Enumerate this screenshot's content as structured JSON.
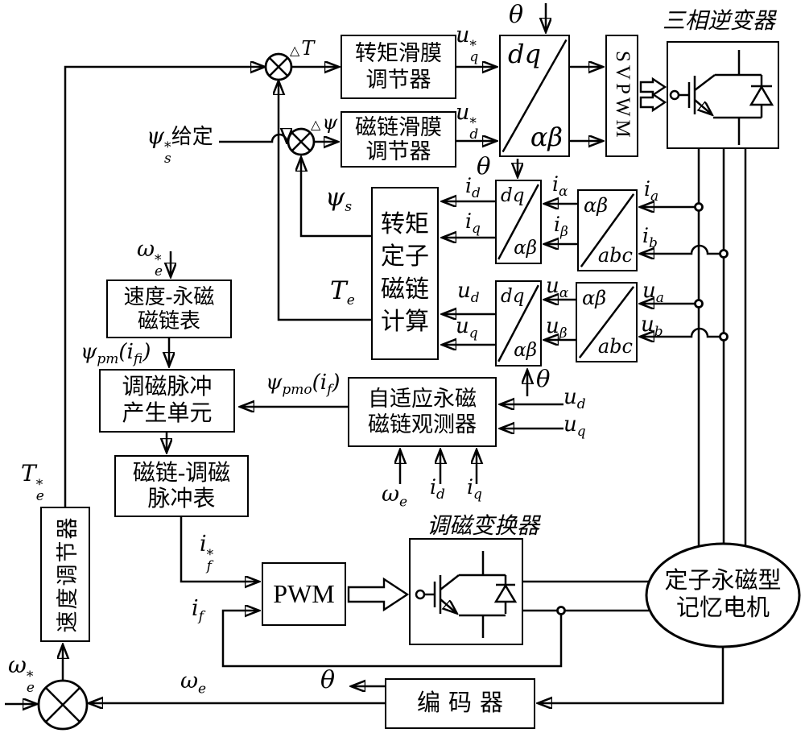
{
  "blocks": {
    "torque_regulator": {
      "line1": "转矩滑膜",
      "line2": "调节器"
    },
    "flux_regulator": {
      "line1": "磁链滑膜",
      "line2": "调节器"
    },
    "dq": "dq",
    "alphabeta": "αβ",
    "abc": "abc",
    "svpwm": "SVPWM",
    "inverter_title": "三相逆变器",
    "calc": {
      "r1": "转矩",
      "r2": "定子",
      "r3": "磁链",
      "r4": "计算"
    },
    "speed_flux_table": {
      "line1": "速度-永磁",
      "line2": "磁链表"
    },
    "pulse_gen": {
      "line1": "调磁脉冲",
      "line2": "产生单元"
    },
    "flux_pulse_table": {
      "line1": "磁链-调磁",
      "line2": "脉冲表"
    },
    "observer": {
      "line1": "自适应永磁",
      "line2": "磁链观测器"
    },
    "pwm": "PWM",
    "converter_title": "调磁变换器",
    "encoder": "编码器",
    "speed_regulator": "速度调节器",
    "motor": {
      "line1": "定子永磁型",
      "line2": "记忆电机"
    }
  },
  "labels": {
    "dT": {
      "d": "△",
      "v": "T"
    },
    "dpsi": {
      "d": "△",
      "v": "ψ"
    },
    "psi_s_star": {
      "b": "ψ",
      "sup": "*",
      "sub": "s",
      "txt": "给定"
    },
    "psi_s": {
      "b": "ψ",
      "sub": "s"
    },
    "T_e": {
      "b": "T",
      "sub": "e"
    },
    "T_e_star": {
      "b": "T",
      "sup": "*",
      "sub": "e"
    },
    "u_q_star": {
      "b": "u",
      "sup": "*",
      "sub": "q"
    },
    "u_d_star": {
      "b": "u",
      "sup": "*",
      "sub": "d"
    },
    "theta": "θ",
    "i_d": {
      "b": "i",
      "sub": "d"
    },
    "i_q": {
      "b": "i",
      "sub": "q"
    },
    "i_alpha": {
      "b": "i",
      "sub": "α"
    },
    "i_beta": {
      "b": "i",
      "sub": "β"
    },
    "i_a": {
      "b": "i",
      "sub": "a"
    },
    "i_b": {
      "b": "i",
      "sub": "b"
    },
    "u_d": {
      "b": "u",
      "sub": "d"
    },
    "u_q": {
      "b": "u",
      "sub": "q"
    },
    "u_alpha": {
      "b": "u",
      "sub": "α"
    },
    "u_beta": {
      "b": "u",
      "sub": "β"
    },
    "u_a": {
      "b": "u",
      "sub": "a"
    },
    "u_b": {
      "b": "u",
      "sub": "b"
    },
    "omega_e_star": {
      "b": "ω",
      "sup": "*",
      "sub": "e"
    },
    "omega_e": {
      "b": "ω",
      "sub": "e"
    },
    "psi_pm": {
      "b": "ψ",
      "sub": "pm",
      "open": "(",
      "ib": "i",
      "isub": "fi",
      "close": ")"
    },
    "psi_pmo": {
      "b": "ψ",
      "sub": "pmo",
      "open": "(",
      "ib": "i",
      "isub": "f",
      "close": ")"
    },
    "i_f_star": {
      "b": "i",
      "sup": "*",
      "sub": "f"
    },
    "i_f": {
      "b": "i",
      "sub": "f"
    }
  },
  "colors": {
    "line": "#000000",
    "background": "#ffffff"
  }
}
